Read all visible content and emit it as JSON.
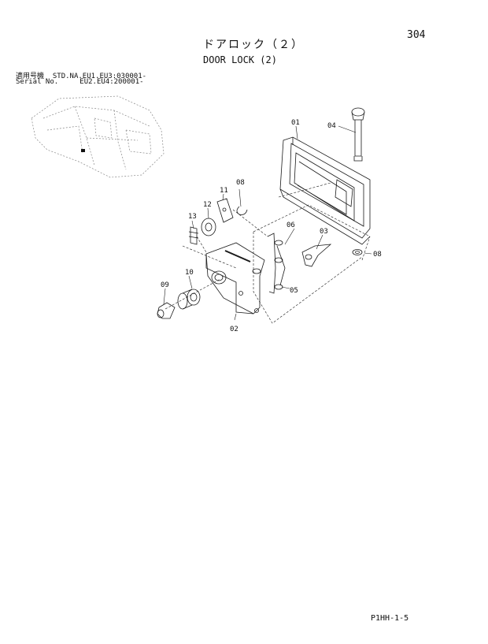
{
  "page_number": "304",
  "title_jp": "ドアロック（２）",
  "title_en": "DOOR LOCK (2)",
  "serial": {
    "label_jp": "適用号機",
    "label_en": "Serial No.",
    "line1": "STD.NA.EU1.EU3:030001-",
    "line2": "EU2.EU4:200001-"
  },
  "parts": [
    {
      "id": "01"
    },
    {
      "id": "02"
    },
    {
      "id": "03"
    },
    {
      "id": "04"
    },
    {
      "id": "05"
    },
    {
      "id": "06"
    },
    {
      "id": "08"
    },
    {
      "id": "08"
    },
    {
      "id": "09"
    },
    {
      "id": "10"
    },
    {
      "id": "11"
    },
    {
      "id": "12"
    },
    {
      "id": "13"
    }
  ],
  "footer_code": "P1HH-1-5"
}
